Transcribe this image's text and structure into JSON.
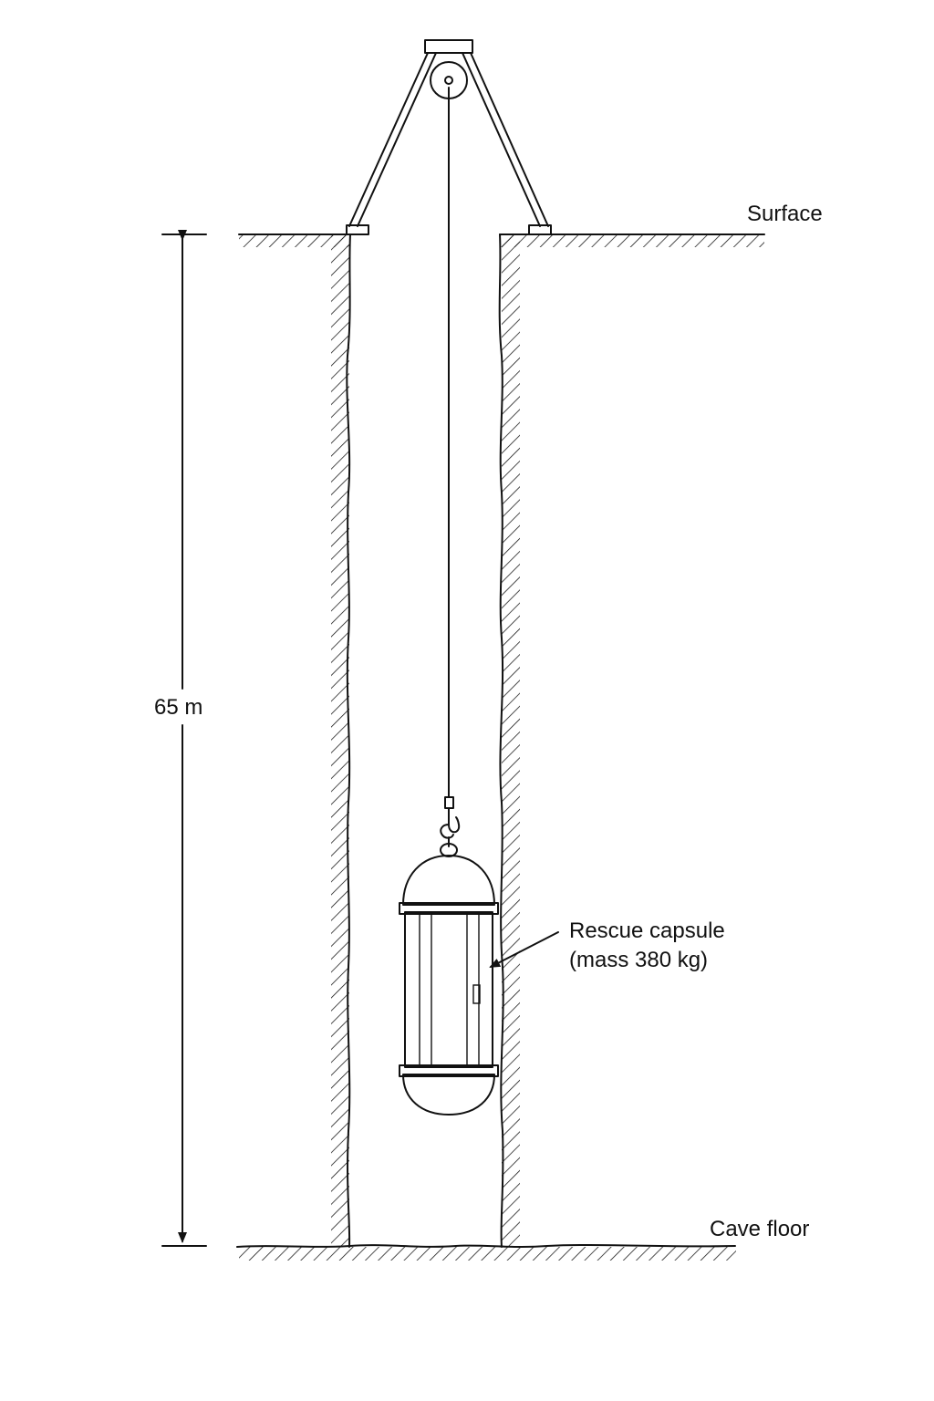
{
  "diagram": {
    "surface_label": "Surface",
    "depth_label": "65 m",
    "capsule_label_line1": "Rescue capsule",
    "capsule_label_line2": "(mass 380 kg)",
    "floor_label": "Cave floor"
  },
  "colors": {
    "ink": "#111111",
    "background": "#ffffff"
  }
}
